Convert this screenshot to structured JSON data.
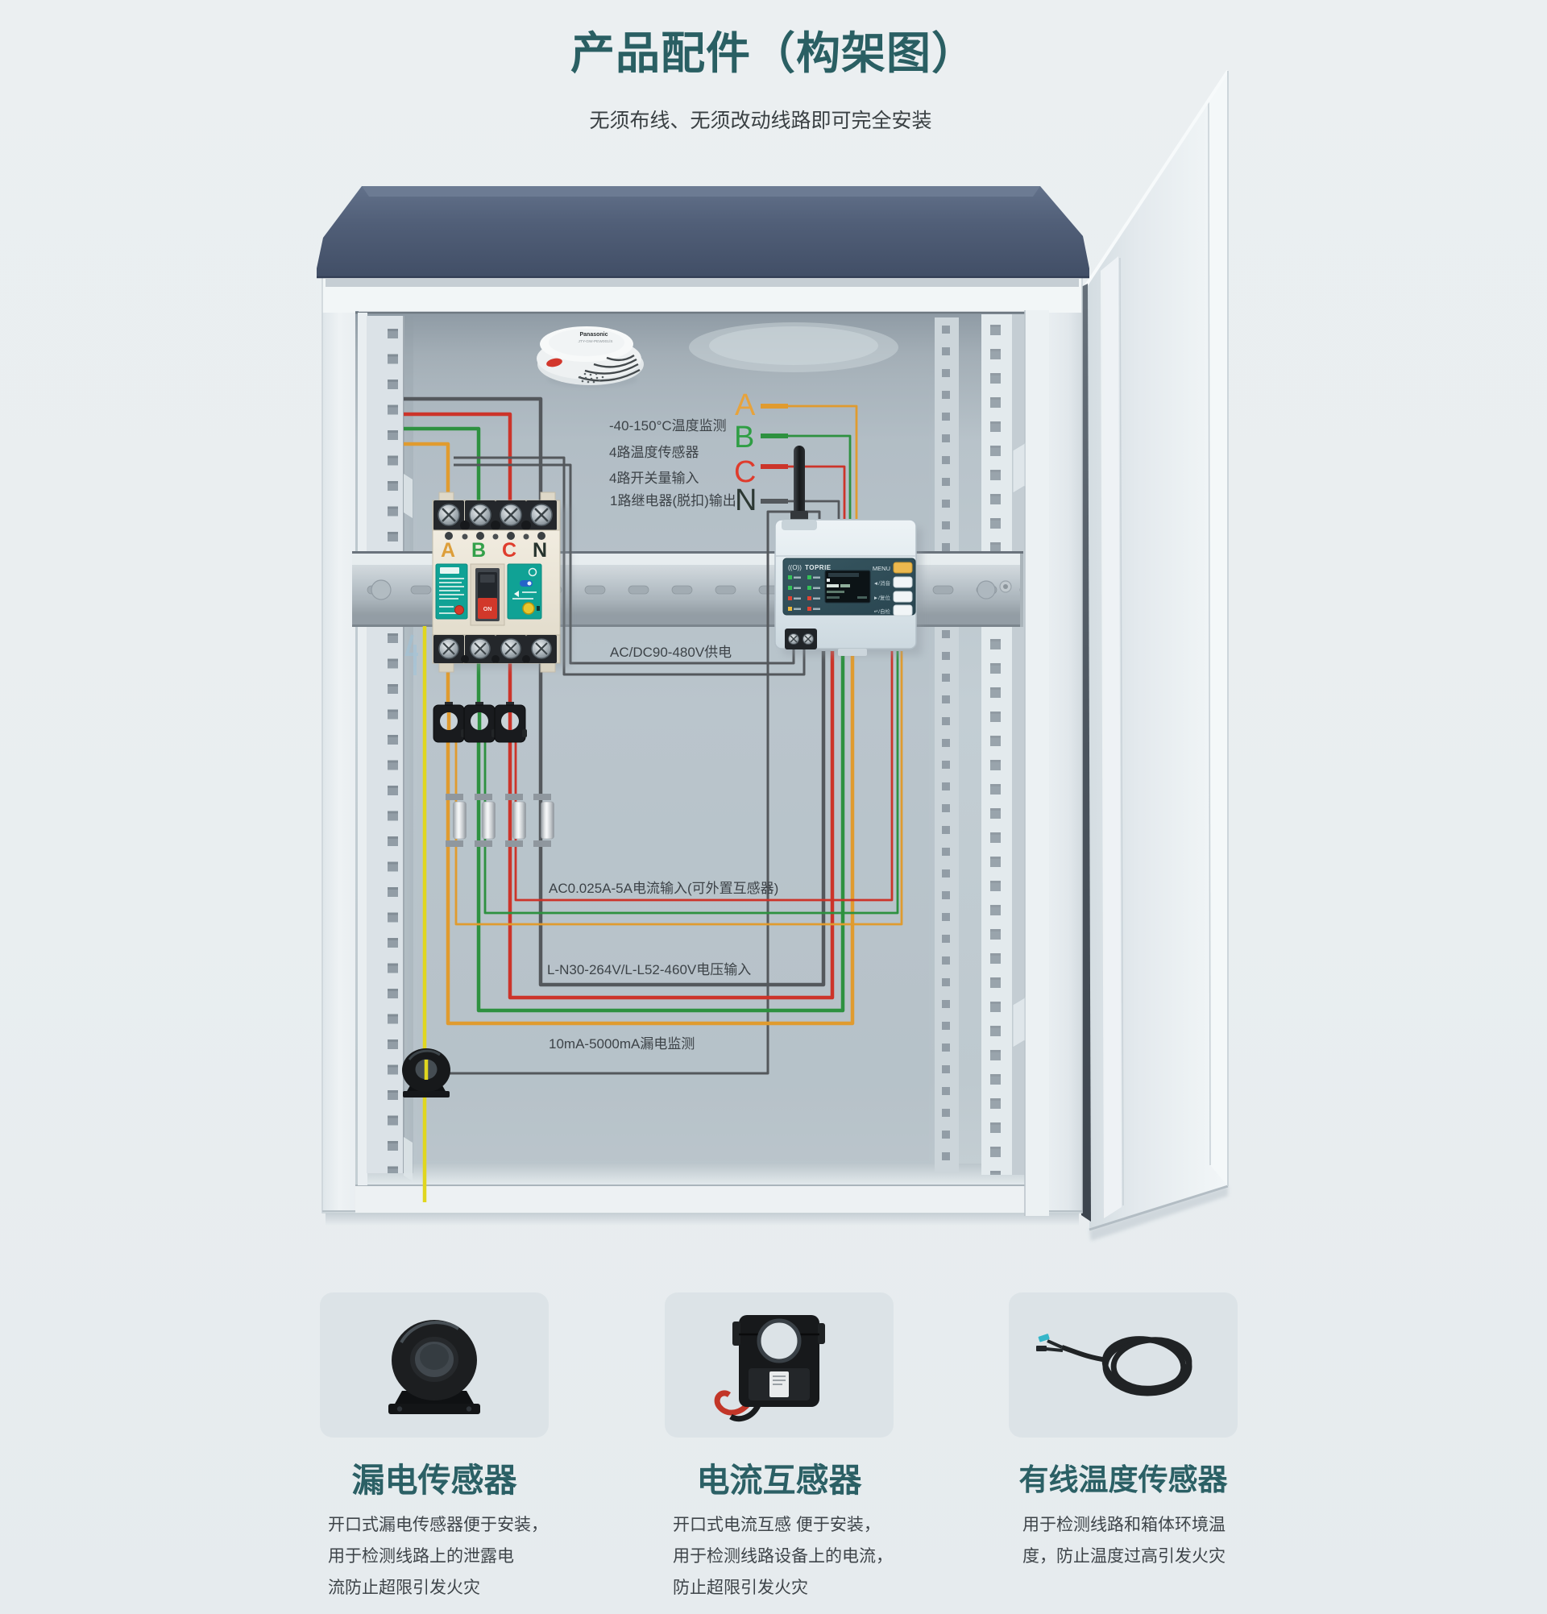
{
  "header": {
    "title": "产品配件（构架图）",
    "subtitle": "无须布线、无须改动线路即可完全安装"
  },
  "diagram": {
    "annotations": {
      "temp_monitor": "-40-150°C温度监测",
      "temp_sensors": "4路温度传感器",
      "switch_inputs": "4路开关量输入",
      "relay_output": "1路继电器(脱扣)输出",
      "power_supply": "AC/DC90-480V供电",
      "current_input": "AC0.025A-5A电流输入(可外置互感器)",
      "voltage_input": "L-N30-264V/L-L52-460V电压输入",
      "leakage_monitor": "10mA-5000mA漏电监测"
    },
    "phase_letters": {
      "a": "A",
      "b": "B",
      "c": "C",
      "n": "N"
    },
    "breaker": {
      "pole_a": "A",
      "pole_b": "B",
      "pole_c": "C",
      "pole_n": "N",
      "switch_label": "ON"
    },
    "monitor": {
      "brand": "TOPRIE",
      "logo_mark": "((O))",
      "menu_label": "MENU",
      "btn_mute": "◄/消音",
      "btn_reset": "►/复位",
      "btn_selftest": "↵/自检"
    },
    "smoke_detector": {
      "brand": "Panasonic",
      "model": "JTY-GW-PEW001/S"
    },
    "wire_colors": {
      "phase_a": "#E09B2F",
      "phase_b": "#2E9140",
      "phase_c": "#CC342A",
      "neutral": "#54585C",
      "ground": "#E0D61F"
    }
  },
  "cards": [
    {
      "title": "漏电传感器",
      "desc": "开口式漏电传感器便于安装，\n用于检测线路上的泄露电\n流防止超限引发火灾"
    },
    {
      "title": "电流互感器",
      "desc": "开口式电流互感 便于安装，\n用于检测线路设备上的电流，\n防止超限引发火灾"
    },
    {
      "title": "有线温度传感器",
      "desc": "用于检测线路和箱体环境温\n度，防止温度过高引发火灾"
    }
  ],
  "theme": {
    "accent_teal": "#2A5F63",
    "panel_teal": "#2E4C56",
    "breaker_label_teal": "#10A295",
    "led_green": "#35C159",
    "led_red": "#E04434",
    "led_amber": "#ECB83E"
  }
}
